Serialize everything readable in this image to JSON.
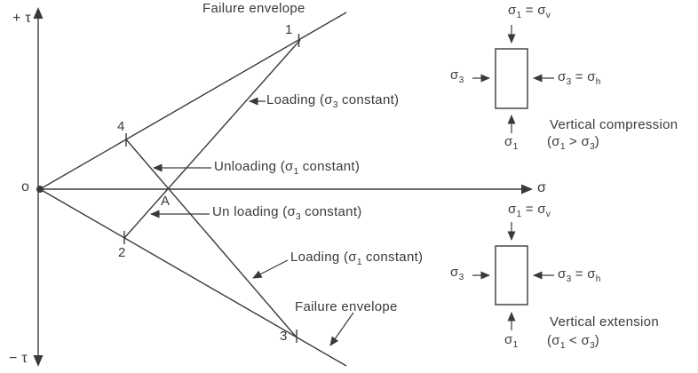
{
  "colors": {
    "ink": "#3a3a3a",
    "background": "#ffffff"
  },
  "plot": {
    "axis_tau_positive": "+ τ",
    "axis_tau_negative": "− τ",
    "axis_sigma": "σ",
    "origin_label": "o",
    "failure_envelope_top_label": "Failure envelope",
    "failure_envelope_bottom_label": "Failure envelope",
    "point_labels": {
      "p1": "1",
      "p2": "2",
      "p3": "3",
      "p4": "4",
      "pA": "A"
    },
    "path_labels": {
      "loading_sigma3_constant": [
        {
          "t": "Loading (σ"
        },
        {
          "s": "3"
        },
        {
          "t": " constant)"
        }
      ],
      "unloading_sigma1_constant": [
        {
          "t": "Unloading (σ"
        },
        {
          "s": "1"
        },
        {
          "t": " constant)"
        }
      ],
      "unloading_sigma3_constant": [
        {
          "t": "Un loading (σ"
        },
        {
          "s": "3"
        },
        {
          "t": " constant)"
        }
      ],
      "loading_sigma1_constant": [
        {
          "t": "Loading (σ"
        },
        {
          "s": "1"
        },
        {
          "t": " constant)"
        }
      ]
    }
  },
  "compression_block": {
    "top_stress": [
      {
        "t": "σ"
      },
      {
        "s": "1"
      },
      {
        "t": " = σ"
      },
      {
        "s": "v"
      }
    ],
    "left_stress": [
      {
        "t": "σ"
      },
      {
        "s": "3"
      }
    ],
    "right_stress": [
      {
        "t": "σ"
      },
      {
        "s": "3"
      },
      {
        "t": " = σ"
      },
      {
        "s": "h"
      }
    ],
    "bottom_stress": [
      {
        "t": "σ"
      },
      {
        "s": "1"
      }
    ],
    "caption": "Vertical compression",
    "condition": [
      {
        "t": "(σ"
      },
      {
        "s": "1"
      },
      {
        "t": " > σ"
      },
      {
        "s": "3"
      },
      {
        "t": ")"
      }
    ]
  },
  "extension_block": {
    "top_stress": [
      {
        "t": "σ"
      },
      {
        "s": "1"
      },
      {
        "t": " = σ"
      },
      {
        "s": "v"
      }
    ],
    "left_stress": [
      {
        "t": "σ"
      },
      {
        "s": "3"
      }
    ],
    "right_stress": [
      {
        "t": "σ"
      },
      {
        "s": "3"
      },
      {
        "t": " = σ"
      },
      {
        "s": "h"
      }
    ],
    "bottom_stress": [
      {
        "t": "σ"
      },
      {
        "s": "1"
      }
    ],
    "caption": "Vertical extension",
    "condition": [
      {
        "t": "(σ"
      },
      {
        "s": "1"
      },
      {
        "t": " < σ"
      },
      {
        "s": "3"
      },
      {
        "t": ")"
      }
    ]
  }
}
